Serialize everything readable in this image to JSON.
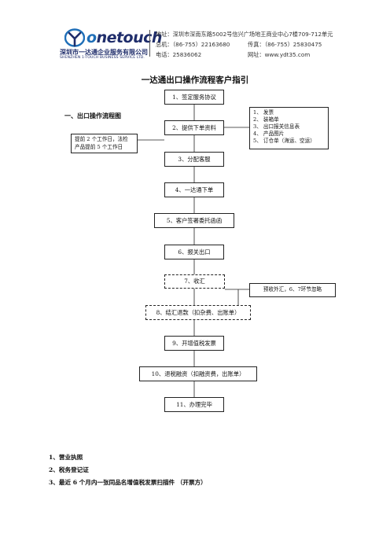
{
  "header": {
    "brand": "onetouch",
    "brand_first": "o",
    "brand_rest": "netouch",
    "company_cn": "深圳市一达通企业服务有限公司",
    "company_en": "SHENZHEN 1-TOUCH BUSINESS SERVICE LTD.",
    "address": "地址：深圳市深南东路5002号信兴广场地王商业中心7楼709-712单元",
    "phone_main": "总机：（86-755）22163680",
    "fax": "传真：（86-755）25830475",
    "phone": "电话：25836062",
    "website": "网址：www.ydt35.com",
    "colors": {
      "brand_dark": "#1f2d6b",
      "brand_blue": "#1f6fb8"
    }
  },
  "document": {
    "title": "一达通出口操作流程客户指引",
    "section_title": "一、出口操作流程图"
  },
  "flow": {
    "steps": [
      "1、签定服务协议",
      "2、提供下单资料",
      "3、分配客服",
      "4、一达通下单",
      "5、客户签署委托函函",
      "6、报关出口",
      "7、收汇",
      "8、结汇退款（扣杂费、出账单）",
      "9、开增值税发票",
      "10、退税融资（扣融资费，出账单）",
      "11、办理完毕"
    ],
    "left_note": [
      "提前 2 个工作日，法检",
      "产品提前 5 个工作日"
    ],
    "right_note": [
      "1、 发票",
      "2、 装箱单",
      "3、 出口报关信息表",
      "4、 产品图片",
      "5、 订仓单（海运、空运）"
    ],
    "side_note": "预收外汇，6、7环节忽略"
  },
  "requirements": [
    "1、营业执照",
    "2、税务登记证",
    "3、最近 6 个月内一张同品名增值税发票扫描件   （开票方）"
  ]
}
